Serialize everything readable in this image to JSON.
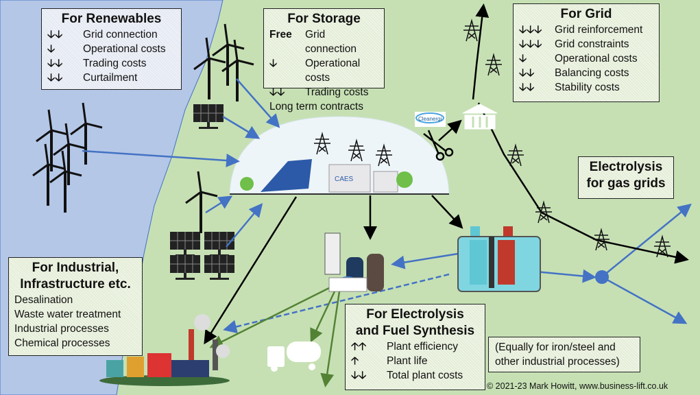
{
  "renewables": {
    "title": "For Renewables",
    "items": [
      {
        "mark": "🡣🡣",
        "label": "Grid connection"
      },
      {
        "mark": "🡣",
        "label": "Operational costs"
      },
      {
        "mark": "🡣🡣",
        "label": "Trading costs"
      },
      {
        "mark": "🡣🡣",
        "label": "Curtailment"
      }
    ]
  },
  "storage": {
    "title": "For Storage",
    "items": [
      {
        "mark": "Free",
        "label": "Grid connection"
      },
      {
        "mark": "🡣",
        "label": "Operational costs"
      },
      {
        "mark": "🡣🡣",
        "label": "Trading costs"
      }
    ],
    "extra": "Long term contracts"
  },
  "grid": {
    "title": "For Grid",
    "items": [
      {
        "mark": "🡣🡣🡣",
        "label": "Grid reinforcement"
      },
      {
        "mark": "🡣🡣🡣",
        "label": "Grid constraints"
      },
      {
        "mark": "🡣",
        "label": "Operational costs"
      },
      {
        "mark": "🡣🡣",
        "label": "Balancing costs"
      },
      {
        "mark": "🡣🡣",
        "label": "Stability costs"
      }
    ]
  },
  "gas_grids": {
    "title_line1": "Electrolysis",
    "title_line2": "for gas grids"
  },
  "industrial": {
    "title_line1": "For Industrial,",
    "title_line2": "Infrastructure etc.",
    "items": [
      "Desalination",
      "Waste water treatment",
      "Industrial processes",
      "Chemical processes"
    ]
  },
  "electrolysis": {
    "title_line1": "For Electrolysis",
    "title_line2": "and Fuel Synthesis",
    "items": [
      {
        "mark": "🡡🡡",
        "label": "Plant efficiency"
      },
      {
        "mark": "🡡",
        "label": "Plant life"
      },
      {
        "mark": "🡣🡣",
        "label": "Total plant costs"
      }
    ]
  },
  "note": {
    "line1": "(Equally for iron/steel and",
    "line2": "other industrial processes)"
  },
  "logo": {
    "text": "Cleanergi"
  },
  "dome_labels": {
    "caes": "CAES"
  },
  "copyright": "© 2021-23 Mark Howitt, www.business-lift.co.uk",
  "colors": {
    "land": "#c6e0b4",
    "sea": "#b4c7e7",
    "arrow_blue": "#4472c4",
    "arrow_green": "#548235"
  }
}
